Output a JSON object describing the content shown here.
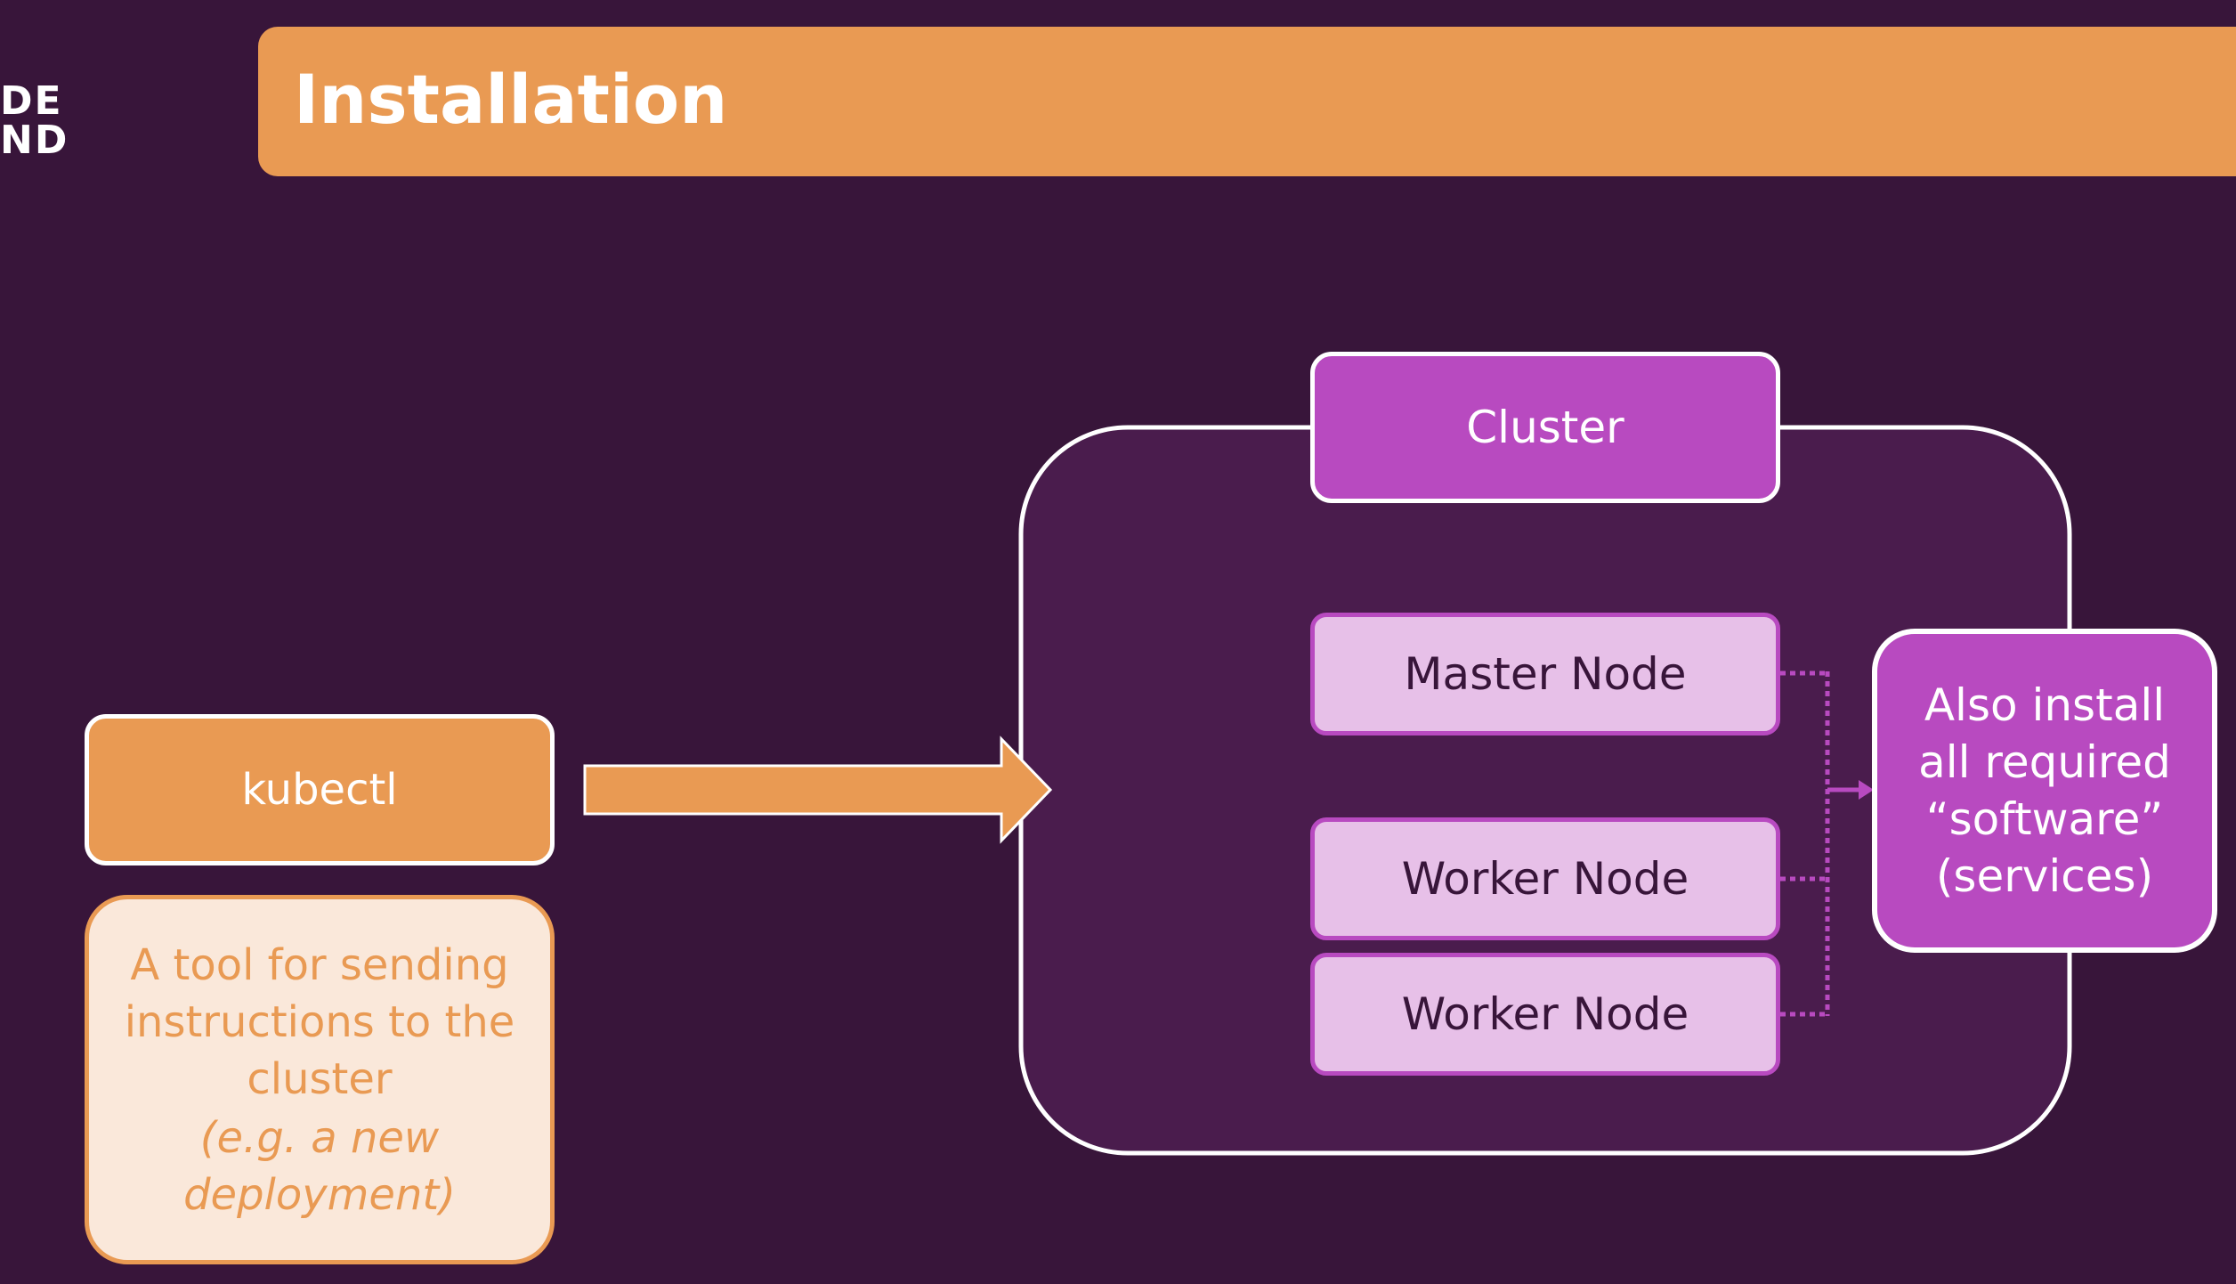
{
  "colors": {
    "background": "#38153a",
    "cluster_fill": "#4a1c4d",
    "accent_orange": "#e99a53",
    "orange_light": "#fae8da",
    "purple": "#b84ac0",
    "purple_light": "#e7c0e8",
    "node_text": "#38153a",
    "white": "#ffffff"
  },
  "logo": {
    "line1": "DE",
    "line2": "ND"
  },
  "header": {
    "title": "Installation"
  },
  "kubectl": {
    "label": "kubectl",
    "description": "A tool for sending instructions to the cluster",
    "example": "(e.g. a new deployment)"
  },
  "cluster": {
    "label": "Cluster",
    "nodes": {
      "master": "Master Node",
      "worker_1": "Worker Node",
      "worker_2": "Worker Node"
    }
  },
  "services": {
    "text": "Also install\nall required\n“software”\n(services)"
  }
}
